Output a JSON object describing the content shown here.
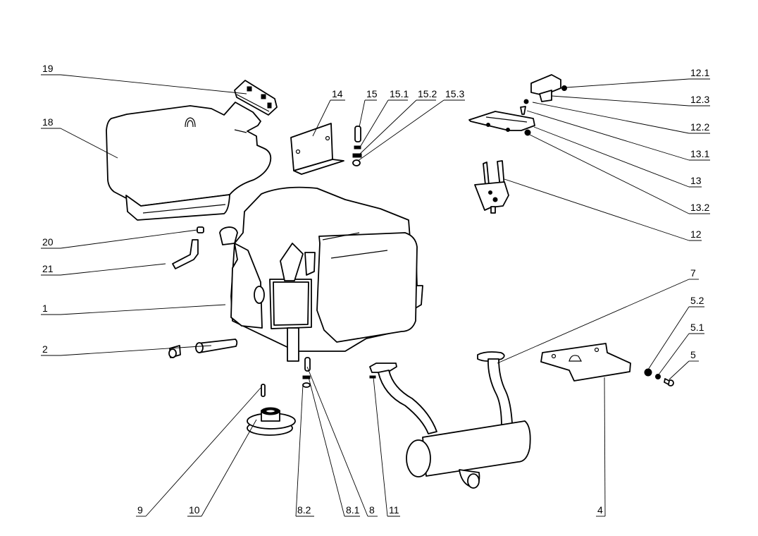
{
  "diagram": {
    "type": "exploded-parts-view",
    "subject": "engine assembly with fuel tank, exhaust muffler and brackets",
    "line_color": "#000000",
    "background": "#ffffff"
  },
  "callouts": [
    {
      "id": "19",
      "label": "19",
      "part": "fuel-tank-cap"
    },
    {
      "id": "18",
      "label": "18",
      "part": "fuel-tank"
    },
    {
      "id": "20",
      "label": "20",
      "part": "hose-clamp"
    },
    {
      "id": "21",
      "label": "21",
      "part": "fuel-hose"
    },
    {
      "id": "1",
      "label": "1",
      "part": "engine"
    },
    {
      "id": "2",
      "label": "2",
      "part": "shaft-and-coupling"
    },
    {
      "id": "9",
      "label": "9",
      "part": "key"
    },
    {
      "id": "10",
      "label": "10",
      "part": "pulley"
    },
    {
      "id": "8.2",
      "label": "8.2",
      "part": "washer"
    },
    {
      "id": "8.1",
      "label": "8.1",
      "part": "spring-washer"
    },
    {
      "id": "8",
      "label": "8",
      "part": "bolt"
    },
    {
      "id": "11",
      "label": "11",
      "part": "gasket"
    },
    {
      "id": "14",
      "label": "14",
      "part": "mounting-bracket"
    },
    {
      "id": "15",
      "label": "15",
      "part": "bolt"
    },
    {
      "id": "15.1",
      "label": "15.1",
      "part": "washer"
    },
    {
      "id": "15.2",
      "label": "15.2",
      "part": "spring-washer"
    },
    {
      "id": "15.3",
      "label": "15.3",
      "part": "nut"
    },
    {
      "id": "12.1",
      "label": "12.1",
      "part": "nut"
    },
    {
      "id": "12.3",
      "label": "12.3",
      "part": "control-box"
    },
    {
      "id": "12.2",
      "label": "12.2",
      "part": "screw"
    },
    {
      "id": "13.1",
      "label": "13.1",
      "part": "screw"
    },
    {
      "id": "13",
      "label": "13",
      "part": "plate"
    },
    {
      "id": "13.2",
      "label": "13.2",
      "part": "nut"
    },
    {
      "id": "12",
      "label": "12",
      "part": "throttle-lever"
    },
    {
      "id": "7",
      "label": "7",
      "part": "muffler"
    },
    {
      "id": "5.2",
      "label": "5.2",
      "part": "nut"
    },
    {
      "id": "5.1",
      "label": "5.1",
      "part": "washer"
    },
    {
      "id": "5",
      "label": "5",
      "part": "bolt"
    },
    {
      "id": "4",
      "label": "4",
      "part": "muffler-bracket"
    }
  ]
}
